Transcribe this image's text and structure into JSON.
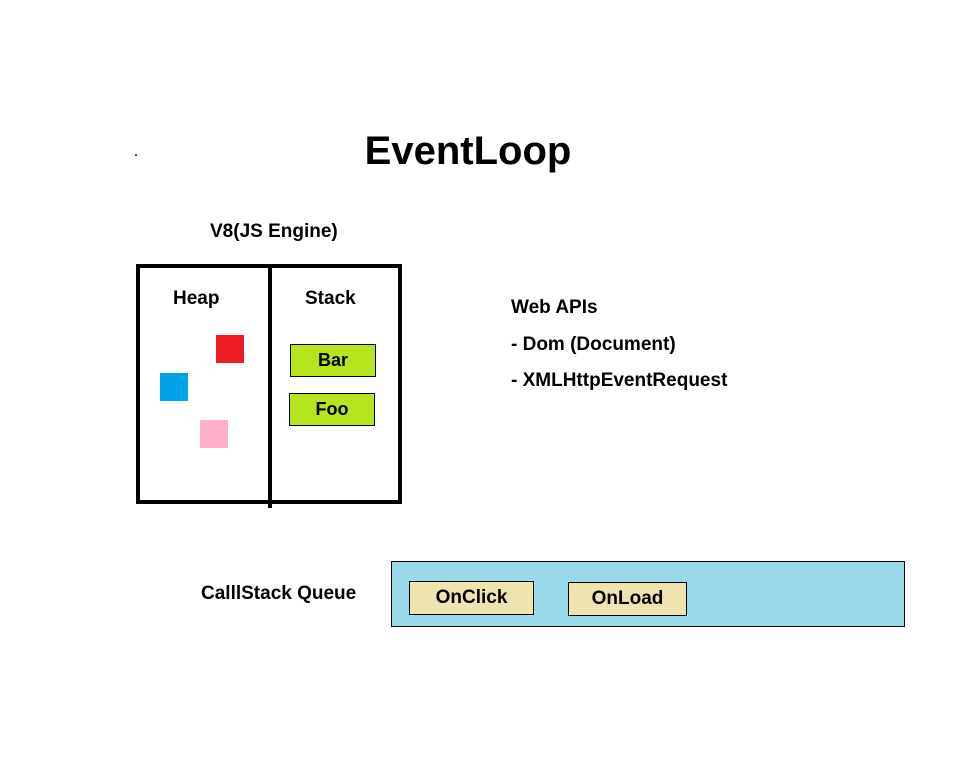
{
  "title": "EventLoop",
  "engine": {
    "label": "V8(JS Engine)",
    "heap_label": "Heap",
    "stack_label": "Stack",
    "stack_frames": [
      "Bar",
      "Foo"
    ],
    "heap_objects": [
      {
        "color": "#ed1c24"
      },
      {
        "color": "#00a2e8"
      },
      {
        "color": "#ffaec9"
      }
    ],
    "frame_color": "#b5e61d"
  },
  "web_apis": {
    "heading": "Web APIs",
    "items": [
      "- Dom (Document)",
      "- XMLHttpEventRequest"
    ]
  },
  "queue": {
    "label": "CalllStack Queue",
    "bg_color": "#99d9ea",
    "task_color": "#efe4b0",
    "tasks": [
      "OnClick",
      "OnLoad"
    ]
  }
}
